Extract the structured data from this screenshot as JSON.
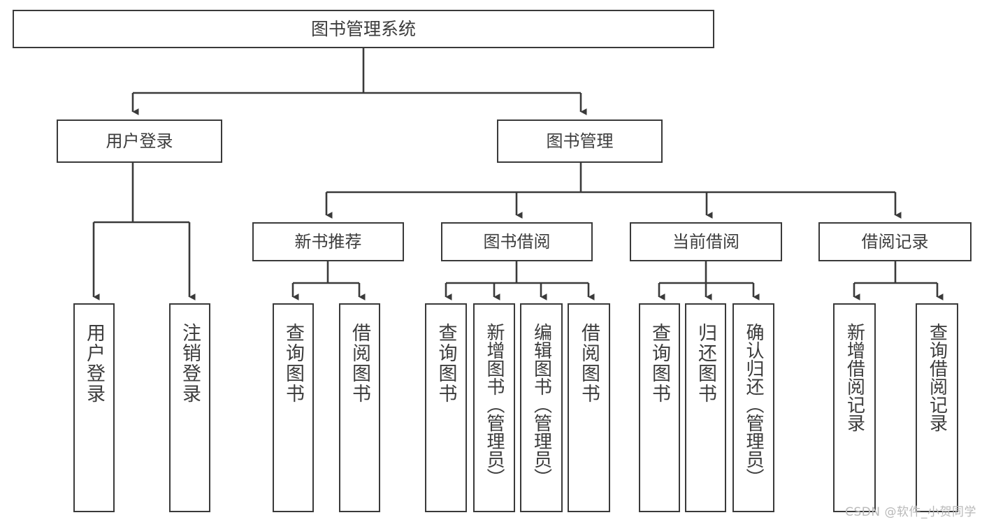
{
  "diagram": {
    "title": "图书管理系统",
    "type": "tree",
    "watermark": "CSDN @软件_小贺同学",
    "colors": {
      "background": "#ffffff",
      "box_border": "#3a3a3a",
      "text": "#3c3c3c",
      "edge": "#3a3a3a",
      "watermark": "#b9b9b9"
    },
    "nodes": {
      "root": {
        "label": "图书管理系统"
      },
      "level2": [
        {
          "id": "user-login",
          "label": "用户登录"
        },
        {
          "id": "book-management",
          "label": "图书管理"
        }
      ],
      "level3": [
        {
          "id": "new-book-recommend",
          "label": "新书推荐"
        },
        {
          "id": "book-borrow",
          "label": "图书借阅"
        },
        {
          "id": "current-borrow",
          "label": "当前借阅"
        },
        {
          "id": "borrow-record",
          "label": "借阅记录"
        }
      ],
      "leaves": {
        "user-login": [
          {
            "id": "leaf-user-login",
            "label": "用户登录"
          },
          {
            "id": "leaf-logout",
            "label": "注销登录"
          }
        ],
        "new-book-recommend": [
          {
            "id": "leaf-query-book-1",
            "label": "查询图书"
          },
          {
            "id": "leaf-borrow-book-1",
            "label": "借阅图书"
          }
        ],
        "book-borrow": [
          {
            "id": "leaf-query-book-2",
            "label": "查询图书"
          },
          {
            "id": "leaf-add-book",
            "label": "新增图书（管理员）"
          },
          {
            "id": "leaf-edit-book",
            "label": "编辑图书（管理员）"
          },
          {
            "id": "leaf-borrow-book-2",
            "label": "借阅图书"
          }
        ],
        "current-borrow": [
          {
            "id": "leaf-query-book-3",
            "label": "查询图书"
          },
          {
            "id": "leaf-return-book",
            "label": "归还图书"
          },
          {
            "id": "leaf-confirm-return",
            "label": "确认归还（管理员）"
          }
        ],
        "borrow-record": [
          {
            "id": "leaf-add-record",
            "label": "新增借阅记录"
          },
          {
            "id": "leaf-query-record",
            "label": "查询借阅记录"
          }
        ]
      }
    }
  }
}
